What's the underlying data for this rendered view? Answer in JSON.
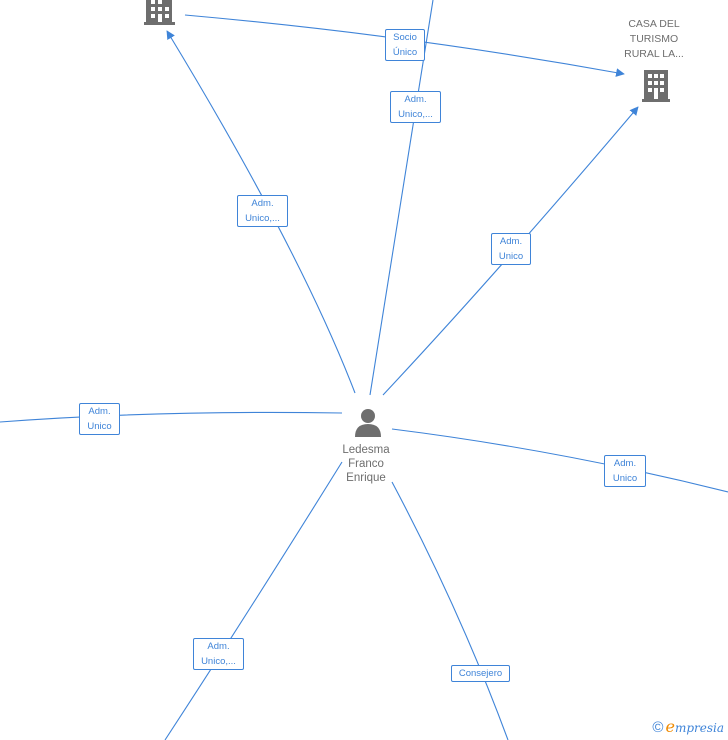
{
  "center": {
    "name": "Ledesma\nFranco\nEnrique"
  },
  "companies": [
    {
      "id": "top-left",
      "name": ""
    },
    {
      "id": "casa-del-turismo",
      "name": "CASA DEL\nTURISMO\nRURAL LA..."
    }
  ],
  "edge_labels": {
    "socio_unico": "Socio\nÚnico",
    "adm_unico_top": "Adm.\nUnico,...",
    "adm_unico_left_upper": "Adm.\nUnico,...",
    "adm_unico_casa": "Adm.\nUnico",
    "adm_unico_left": "Adm.\nUnico",
    "adm_unico_right": "Adm.\nUnico",
    "adm_unico_bottom_left": "Adm.\nUnico,...",
    "consejero": "Consejero"
  },
  "watermark": {
    "copyright": "©",
    "brand_first": "e",
    "brand_rest": "mpresia"
  },
  "colors": {
    "edge": "#3f84d8",
    "node": "#6e6e6e",
    "brand_orange": "#f08a00"
  }
}
